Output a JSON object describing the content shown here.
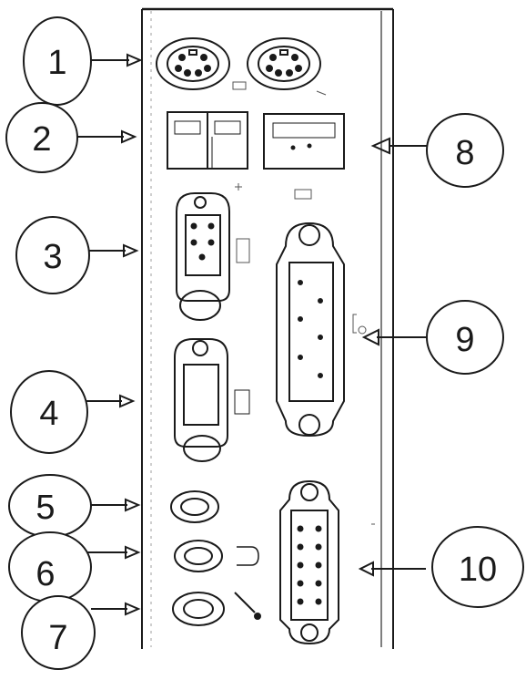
{
  "labels": {
    "c1": "1",
    "c2": "2",
    "c3": "3",
    "c4": "4",
    "c5": "5",
    "c6": "6",
    "c7": "7",
    "c8": "8",
    "c9": "9",
    "c10": "10"
  },
  "colors": {
    "ink": "#1a1a1a",
    "soft_ink": "#555555",
    "paper": "#ffffff"
  }
}
